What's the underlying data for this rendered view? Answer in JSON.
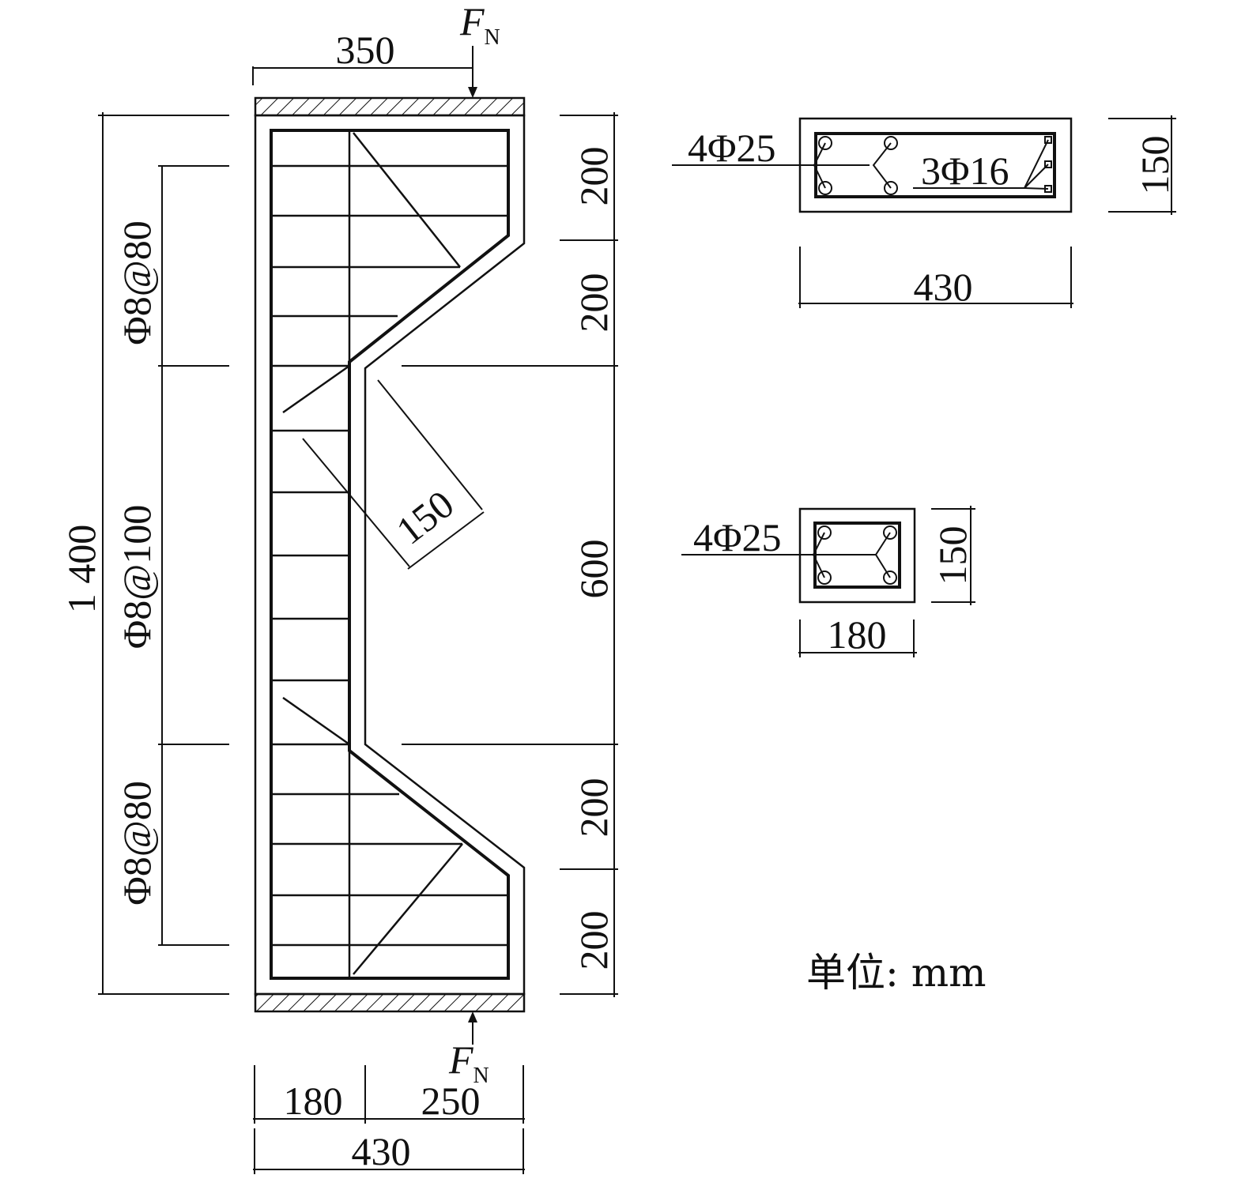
{
  "elevation": {
    "dimensions": {
      "top_width": "350",
      "total_height": "1 400",
      "right_segments": [
        "200",
        "200",
        "600",
        "200",
        "200"
      ],
      "bottom_parts": [
        "180",
        "250"
      ],
      "bottom_total": "430",
      "diagonal": "150"
    },
    "stirrups": {
      "top_zone": "Φ8@80",
      "middle_zone": "Φ8@100",
      "bottom_zone": "Φ8@80"
    },
    "loads": {
      "symbol": "F",
      "subscript": "N"
    }
  },
  "sections": {
    "wide": {
      "main_bars": "4Φ25",
      "side_bars": "3Φ16",
      "width": "430",
      "height": "150"
    },
    "narrow": {
      "main_bars": "4Φ25",
      "width": "180",
      "height": "150"
    }
  },
  "unit_note": "单位: mm"
}
